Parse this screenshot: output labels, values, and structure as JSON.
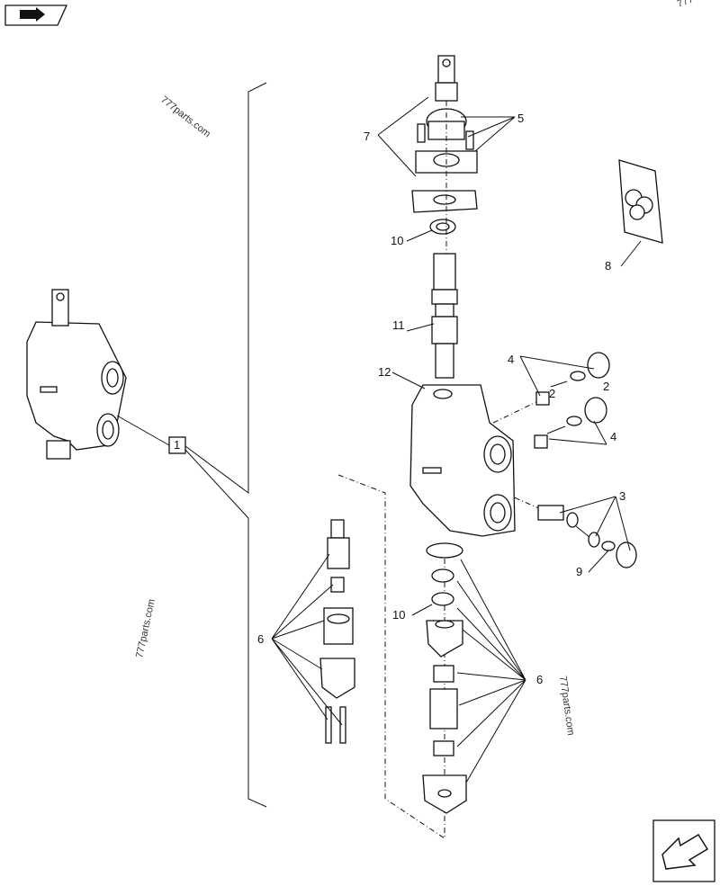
{
  "watermarks": [
    "777parts.com",
    "777parts.com",
    "777parts.com",
    "777"
  ],
  "callouts": {
    "c1": "1",
    "c2a": "2",
    "c2b": "2",
    "c3": "3",
    "c4a": "4",
    "c4b": "4",
    "c5": "5",
    "c6a": "6",
    "c6b": "6",
    "c7": "7",
    "c8": "8",
    "c9": "9",
    "c10a": "10",
    "c10b": "10",
    "c11": "11",
    "c12": "12"
  },
  "icons": {
    "top_left": "book-arrow-icon",
    "bottom_right": "navigation-arrow-icon"
  }
}
